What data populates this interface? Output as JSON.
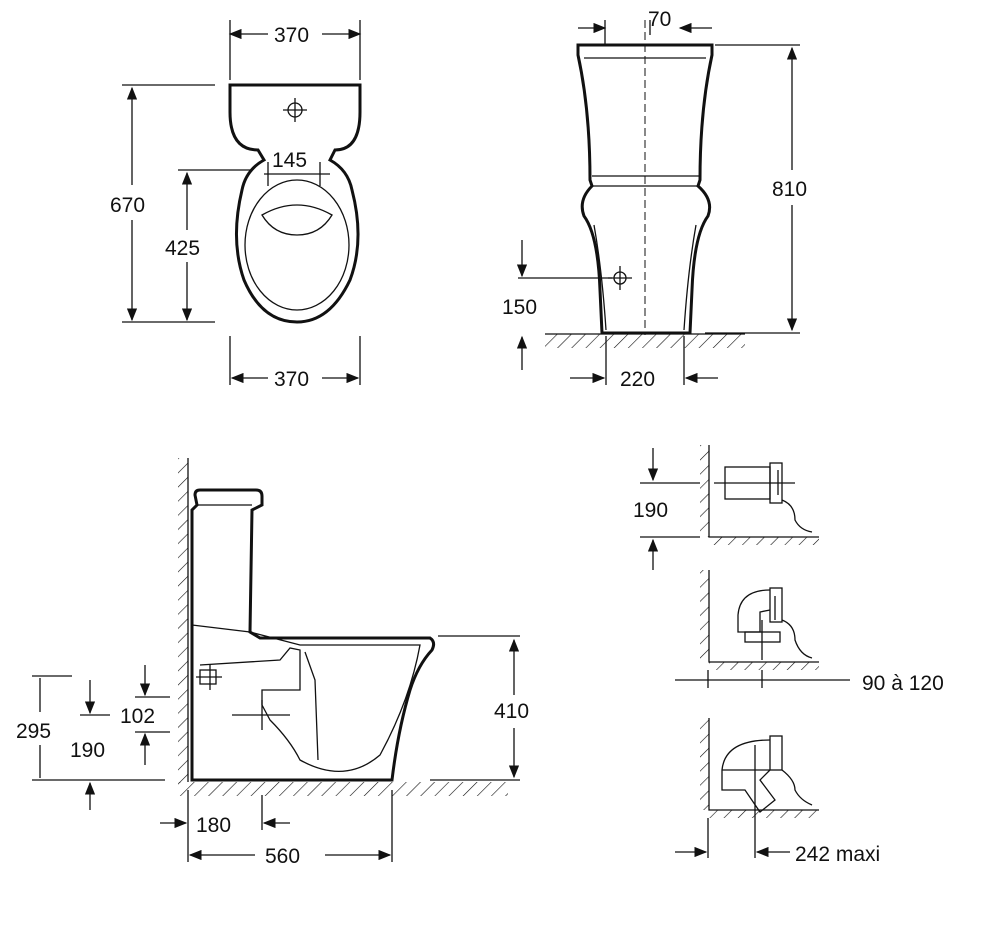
{
  "top_view": {
    "tank_width": "370",
    "base_width": "370",
    "total_depth": "670",
    "fixing_depth": "425",
    "fixing_spacing": "145"
  },
  "front_view": {
    "tank_depth": "70",
    "total_height": "810",
    "water_inlet_height": "150",
    "base_width": "220"
  },
  "side_view": {
    "outlet_height_max": "295",
    "outlet_height": "190",
    "inlet_height": "102",
    "bowl_height": "410",
    "outlet_offset": "180",
    "total_length": "560"
  },
  "outlet_details": {
    "horizontal_outlet_height": "190",
    "vertical_outlet_range": "90 à 120",
    "angled_outlet_max": "242 maxi"
  }
}
